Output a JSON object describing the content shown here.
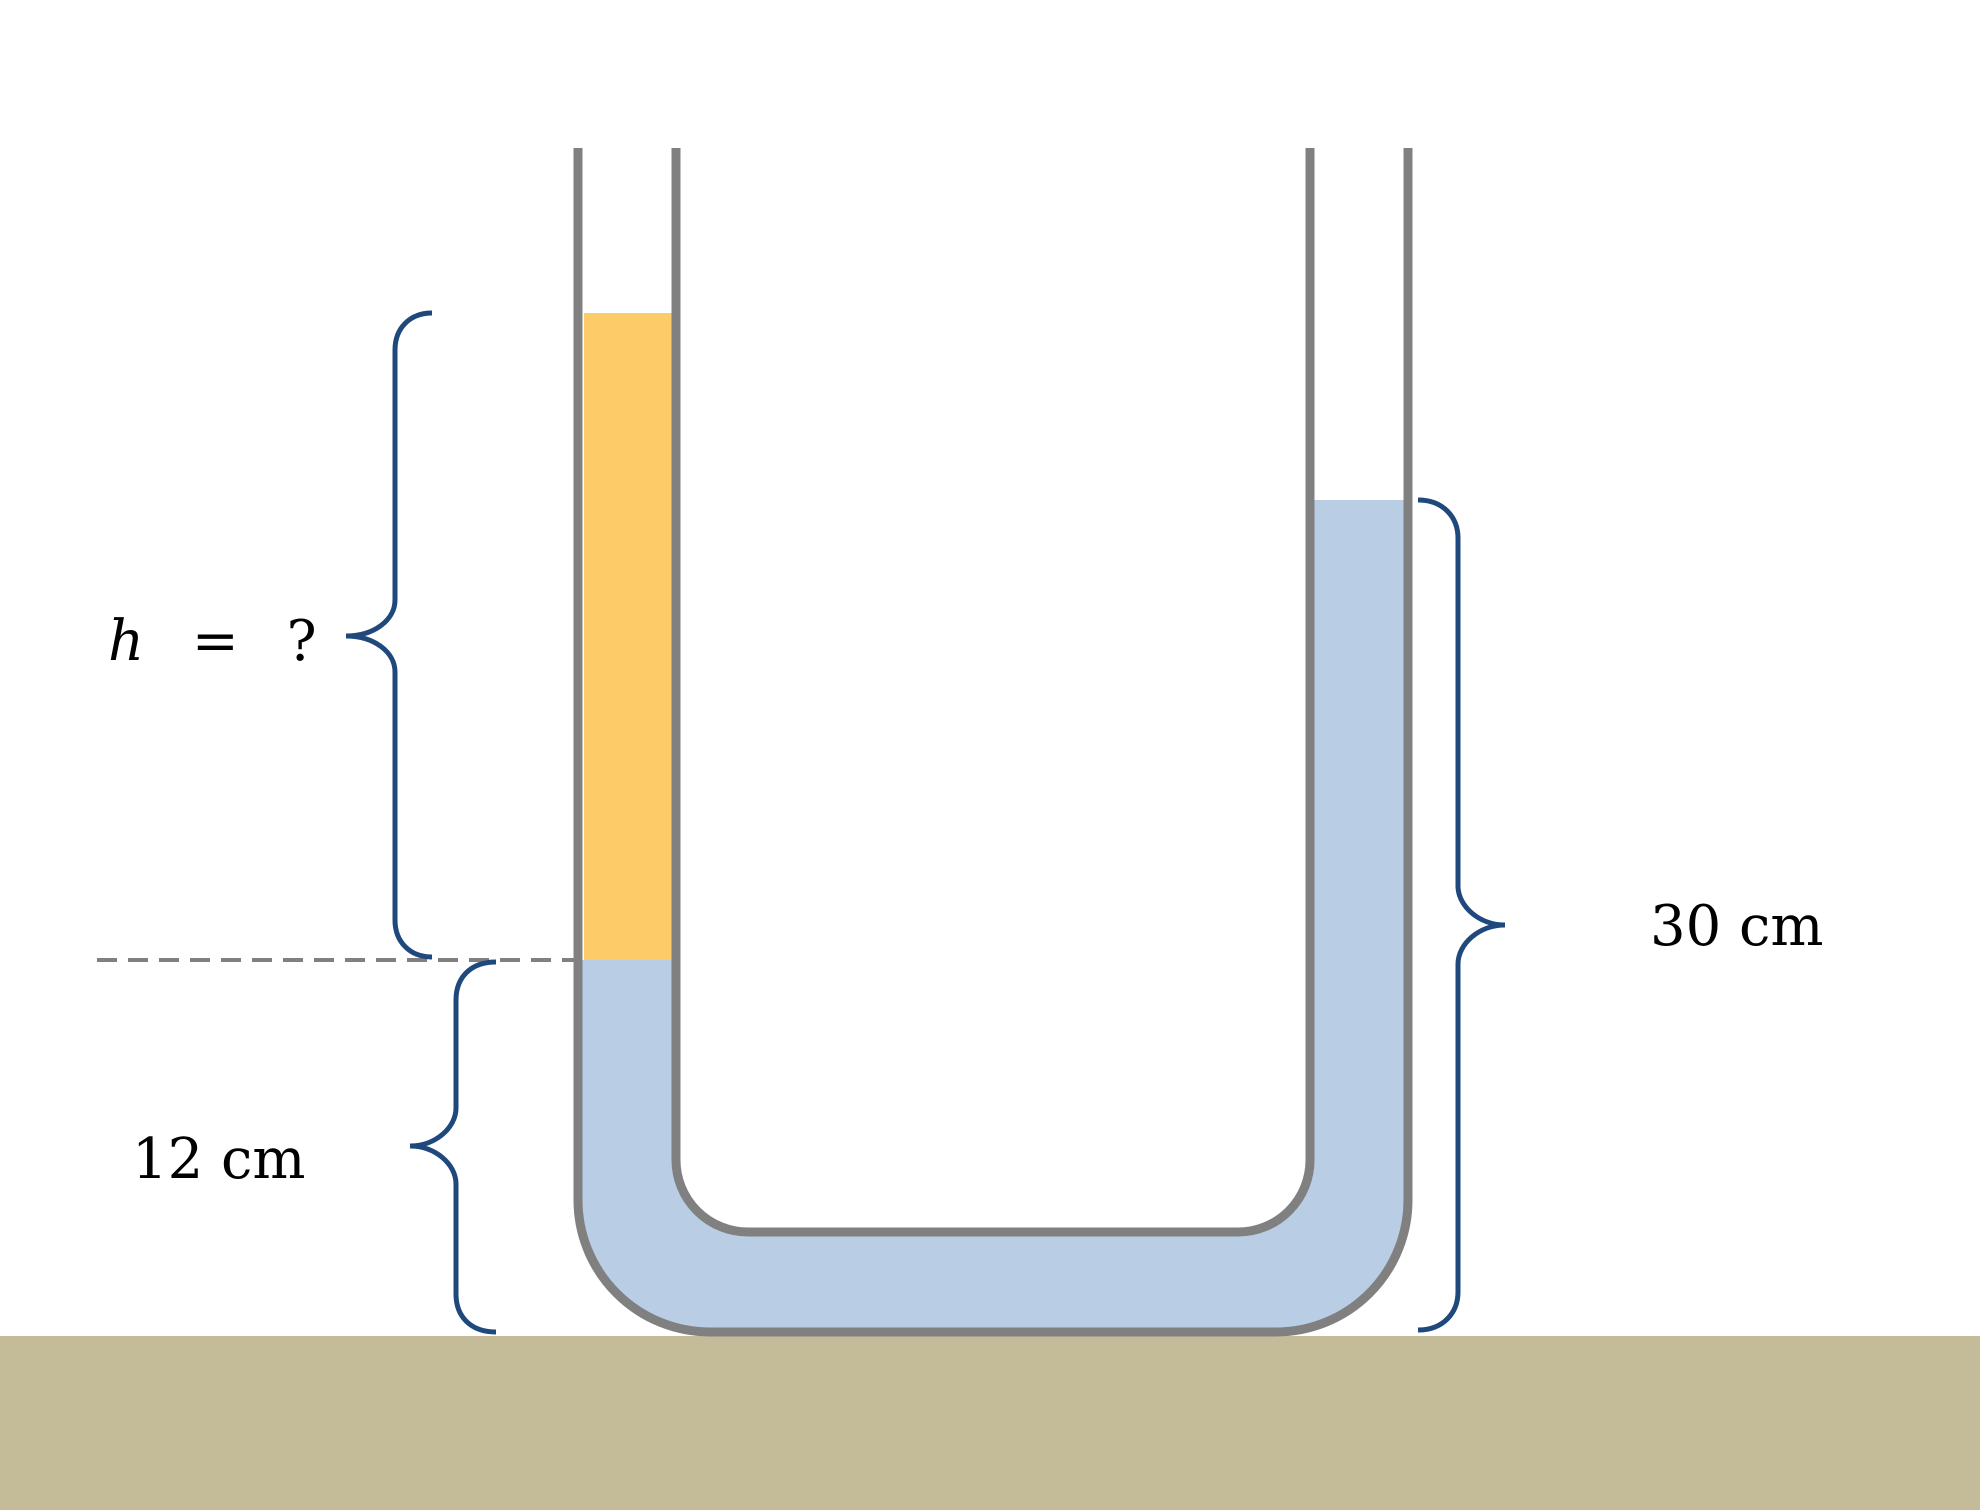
{
  "labels": {
    "unknown_height": {
      "variable": "h",
      "equals": "=",
      "value": "?"
    },
    "left_column": "12 cm",
    "right_column": "30 cm"
  },
  "colors": {
    "tube": "#808080",
    "water": "#b9cde4",
    "oil": "#fecb69",
    "brace": "#1f497d",
    "ground": "#c4bb98",
    "dashed_line": "#808080"
  }
}
